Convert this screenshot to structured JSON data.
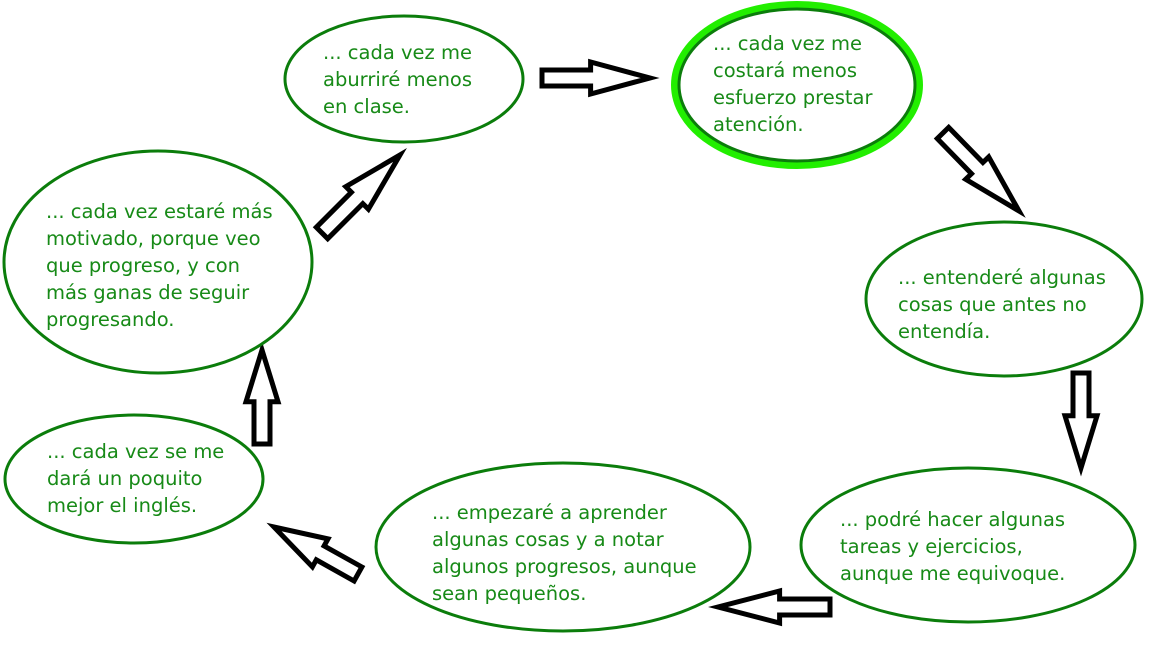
{
  "nodes": [
    {
      "id": "aburrire",
      "lines": [
        "... cada vez me",
        "aburriré menos",
        "en clase."
      ],
      "highlighted": false
    },
    {
      "id": "costara",
      "lines": [
        "... cada vez me",
        "costará menos",
        "esfuerzo prestar",
        "atención."
      ],
      "highlighted": true
    },
    {
      "id": "entendere",
      "lines": [
        "... entenderé algunas",
        "cosas que antes no",
        "entendía."
      ],
      "highlighted": false
    },
    {
      "id": "podre",
      "lines": [
        "... podré hacer algunas",
        "tareas y ejercicios,",
        "aunque me equivoque."
      ],
      "highlighted": false
    },
    {
      "id": "empezare",
      "lines": [
        "... empezaré a aprender",
        "algunas cosas y a notar",
        "algunos progresos, aunque",
        "sean pequeños."
      ],
      "highlighted": false
    },
    {
      "id": "ingles",
      "lines": [
        "... cada vez se me",
        "dará un poquito",
        "mejor el inglés."
      ],
      "highlighted": false
    },
    {
      "id": "motivado",
      "lines": [
        "... cada vez estaré más",
        "motivado, porque veo",
        "que progreso, y con",
        "más ganas de seguir",
        "progresando."
      ],
      "highlighted": false
    }
  ],
  "colors": {
    "text": "#178a17",
    "ellipse_stroke": "#0b7d0b",
    "highlight": "#22ee00",
    "arrow_highlight_fill": "#22ee00",
    "arrow_stroke": "#000000"
  }
}
